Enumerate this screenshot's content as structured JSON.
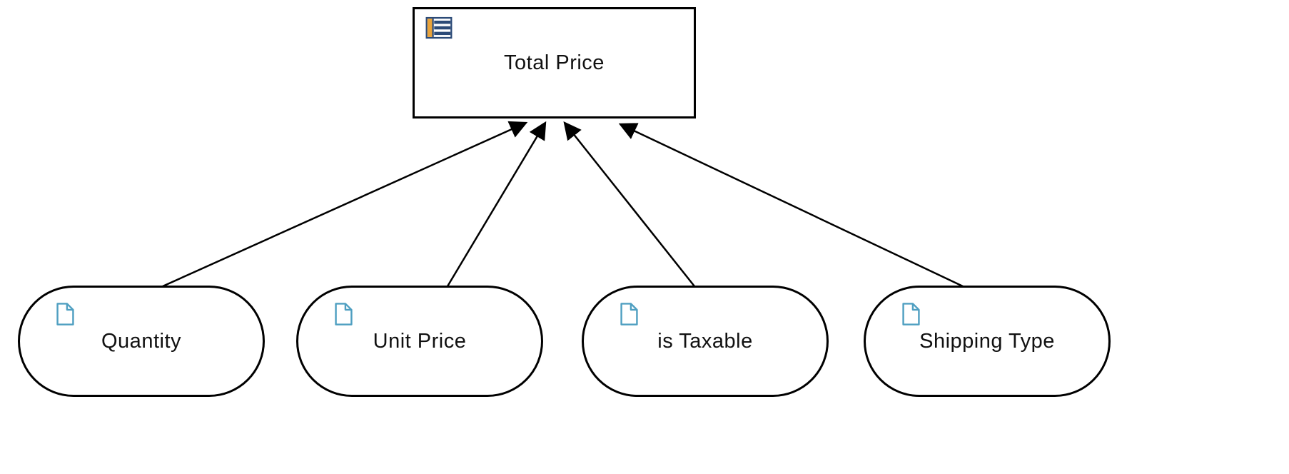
{
  "diagram": {
    "type": "dmn-decision-requirements-diagram",
    "decision": {
      "label": "Total Price",
      "icon": "decision-table-icon"
    },
    "inputs": [
      {
        "label": "Quantity",
        "icon": "input-data-document-icon"
      },
      {
        "label": "Unit Price",
        "icon": "input-data-document-icon"
      },
      {
        "label": "is Taxable",
        "icon": "input-data-document-icon"
      },
      {
        "label": "Shipping Type",
        "icon": "input-data-document-icon"
      }
    ],
    "connections": [
      {
        "from": "Quantity",
        "to": "Total Price"
      },
      {
        "from": "Unit Price",
        "to": "Total Price"
      },
      {
        "from": "is Taxable",
        "to": "Total Price"
      },
      {
        "from": "Shipping Type",
        "to": "Total Price"
      }
    ],
    "colors": {
      "node_stroke": "#000000",
      "node_fill": "#ffffff",
      "connection_stroke": "#000000",
      "arrowhead_fill": "#000000",
      "decision_icon_accent": "#e9a33a",
      "decision_icon_lines": "#2b4a77",
      "input_icon_stroke": "#4f9fc1"
    }
  }
}
